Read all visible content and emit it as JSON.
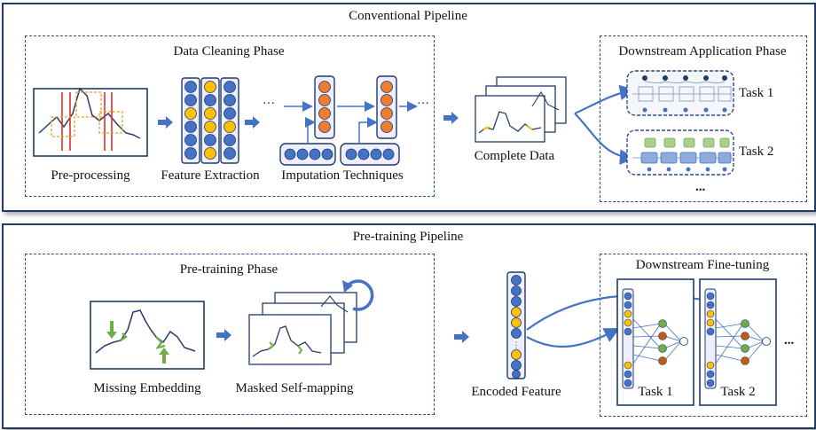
{
  "conventional": {
    "title": "Conventional Pipeline",
    "cleaning_phase": "Data Cleaning Phase",
    "preprocessing": "Pre-processing",
    "feature_extraction": "Feature Extraction",
    "imputation": "Imputation Techniques",
    "complete_data": "Complete Data",
    "downstream_phase": "Downstream Application Phase",
    "task1": "Task 1",
    "task2": "Task 2",
    "more": "...",
    "ellipsis": "···"
  },
  "pretraining": {
    "title": "Pre-training Pipeline",
    "phase": "Pre-training Phase",
    "missing_embedding": "Missing Embedding",
    "masked_self_mapping": "Masked Self-mapping",
    "encoded_feature": "Encoded Feature",
    "finetuning": "Downstream Fine-tuning",
    "task1": "Task 1",
    "task2": "Task 2",
    "more": "..."
  },
  "colors": {
    "navy": "#1f3a6b",
    "blue_node": "#4472c4",
    "yellow_node": "#ffc000",
    "orange_node": "#ed7d31",
    "green_node": "#70ad47",
    "red_line": "#e03030",
    "arrow": "#4472c4"
  }
}
